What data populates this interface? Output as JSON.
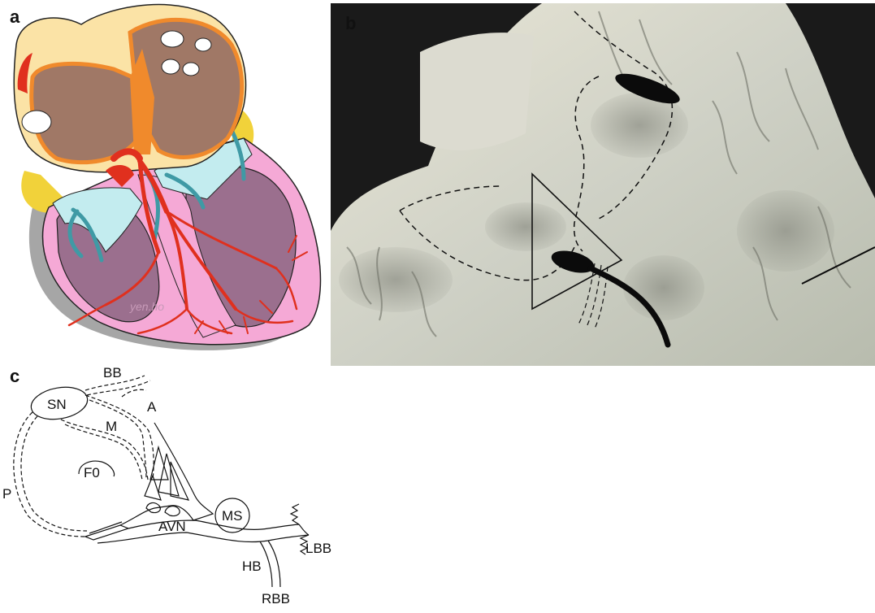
{
  "panels": {
    "a": {
      "letter": "a",
      "watermark": "yen.ho"
    },
    "b": {
      "letter": "b"
    },
    "c": {
      "letter": "c"
    }
  },
  "labels_c": {
    "sn": "SN",
    "bb": "BB",
    "a": "A",
    "m": "M",
    "fo": "F0",
    "p": "P",
    "avn": "AVN",
    "ms": "MS",
    "hb": "HB",
    "lbb": "LBB",
    "rbb": "RBB"
  },
  "colors": {
    "atrial_wall": "#fbe3a6",
    "atrial_cavity": "#a07866",
    "ventricle_wall": "#f5a9d6",
    "ventricle_cavity": "#9b6f8e",
    "valve": "#c3ecef",
    "conduction": "#e0301e",
    "teal_line": "#3f9aa5",
    "orange_outline": "#f08a2c",
    "yellow": "#f1d23a",
    "grey": "#a6a6a6"
  }
}
